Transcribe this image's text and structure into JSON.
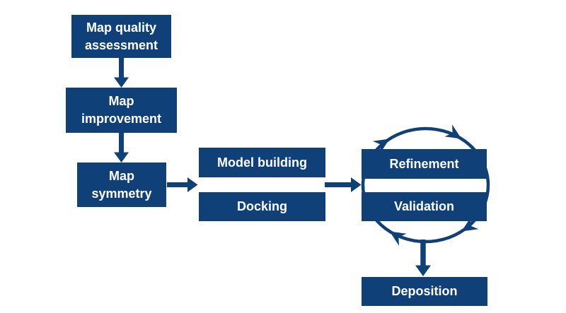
{
  "colors": {
    "node_fill": "#0f4178",
    "arrow": "#0f4178",
    "text": "#ffffff",
    "background": "#ffffff"
  },
  "flowchart": {
    "nodes": [
      {
        "id": "map-quality-assessment",
        "label": "Map quality\nassessment"
      },
      {
        "id": "map-improvement",
        "label": "Map\nimprovement"
      },
      {
        "id": "map-symmetry",
        "label": "Map\nsymmetry"
      },
      {
        "id": "model-building",
        "label": "Model building"
      },
      {
        "id": "docking",
        "label": "Docking"
      },
      {
        "id": "refinement",
        "label": "Refinement"
      },
      {
        "id": "validation",
        "label": "Validation"
      },
      {
        "id": "deposition",
        "label": "Deposition"
      }
    ],
    "edges": [
      {
        "from": "map-quality-assessment",
        "to": "map-improvement",
        "type": "arrow-down"
      },
      {
        "from": "map-improvement",
        "to": "map-symmetry",
        "type": "arrow-down"
      },
      {
        "from": "map-symmetry",
        "to": "model-building-docking",
        "type": "arrow-right"
      },
      {
        "from": "model-building-docking",
        "to": "refinement-validation",
        "type": "arrow-right"
      },
      {
        "between": [
          "refinement",
          "validation"
        ],
        "type": "clockwise-cycle"
      },
      {
        "from": "refinement-validation",
        "to": "deposition",
        "type": "arrow-down"
      }
    ]
  }
}
